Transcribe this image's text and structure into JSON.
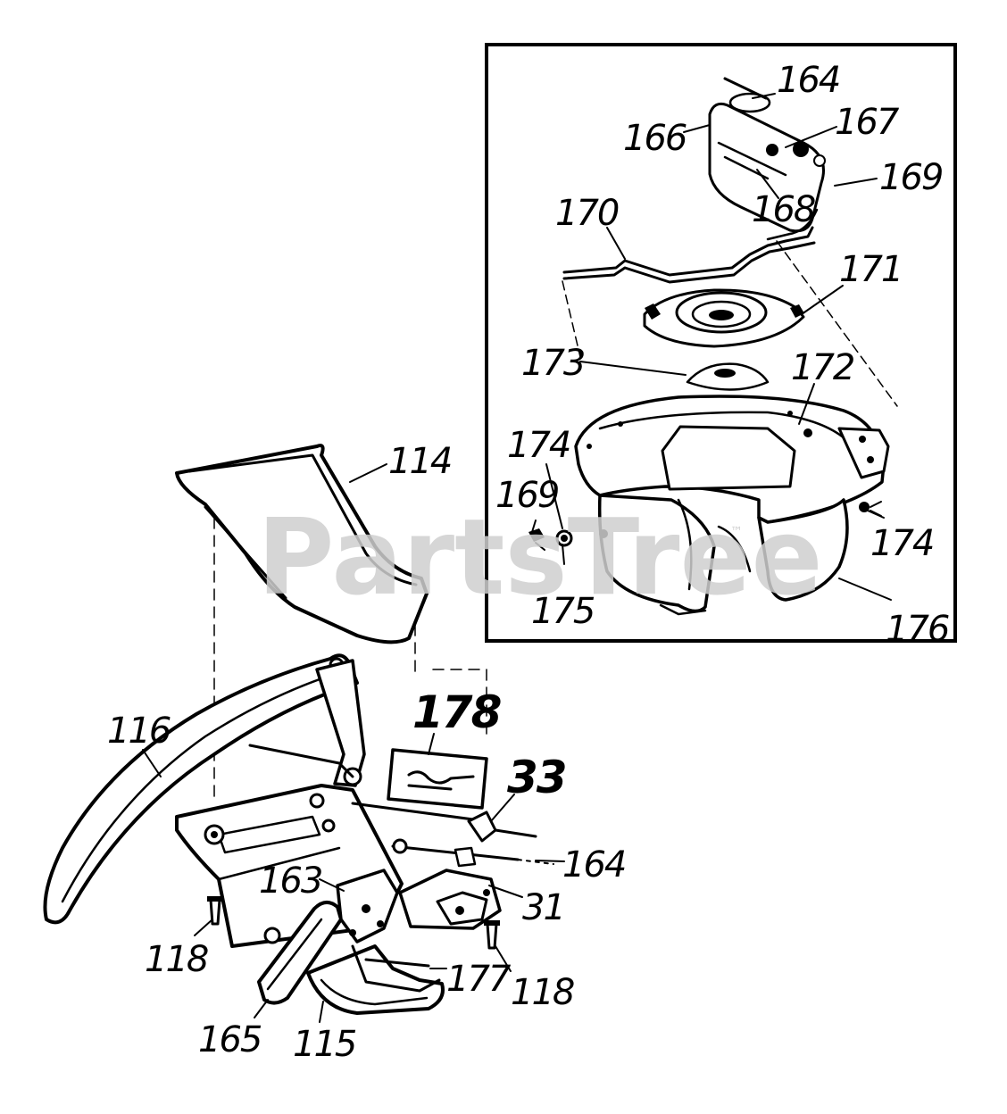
{
  "watermark": "PartsTree",
  "callouts": {
    "c164_inset": "164",
    "c166": "166",
    "c167": "167",
    "c168": "168",
    "c169_inset": "169",
    "c170": "170",
    "c171": "171",
    "c172": "172",
    "c173": "173",
    "c174_left": "174",
    "c169_left": "169",
    "c175": "175",
    "c174_right": "174",
    "c176": "176",
    "c114": "114",
    "c116": "116",
    "c178": "178",
    "c33": "33",
    "c164_main": "164",
    "c163": "163",
    "c31": "31",
    "c118_left": "118",
    "c118_right": "118",
    "c177": "177",
    "c165": "165",
    "c115": "115"
  }
}
